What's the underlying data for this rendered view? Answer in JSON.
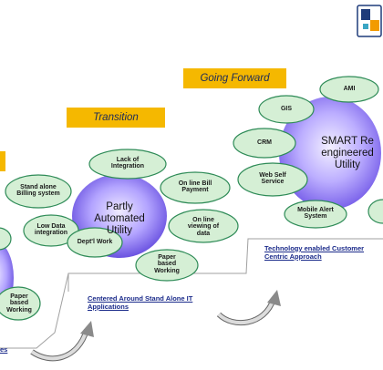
{
  "banners": {
    "transition": "Transition",
    "going_forward": "Going Forward"
  },
  "stage1": {
    "left_bubble_1": "Paper based Working",
    "note": "es"
  },
  "stage2": {
    "center": "Partly Automated Utility",
    "bubbles": {
      "lack_of_integration": "Lack of Integration",
      "standalone_billing": "Stand alone Billing system",
      "online_bill_payment": "On line Bill Payment",
      "low_data_integration": "Low Data integration",
      "online_viewing": "On line viewing of data",
      "dept_work": "Dept'l Work",
      "paper_based": "Paper based Working"
    },
    "note": "Centered Around Stand Alone IT Applications"
  },
  "stage3": {
    "center": "SMART Re engineered Utility",
    "bubbles": {
      "ami": "AMI",
      "gis": "GIS",
      "crm": "CRM",
      "web_self_service": "Web Self Service",
      "mobile_alert": "Mobile Alert System"
    },
    "note": "Technology enabled Customer Centric Approach"
  },
  "colors": {
    "bubble": "#d5efd5",
    "bubble_stroke": "#2e8b57",
    "banner": "#f5b800",
    "center_light": "#e0d7ff",
    "center_dark": "#6a52e0",
    "accent_teal": "#3aa6c4"
  }
}
